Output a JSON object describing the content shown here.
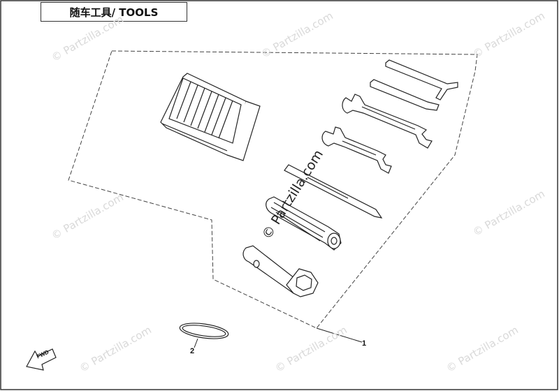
{
  "title": "随车工具/ TOOLS",
  "callouts": [
    {
      "label": "1"
    },
    {
      "label": "2"
    }
  ],
  "direction_marker": "FWD",
  "watermark": "© Partzilla.com"
}
